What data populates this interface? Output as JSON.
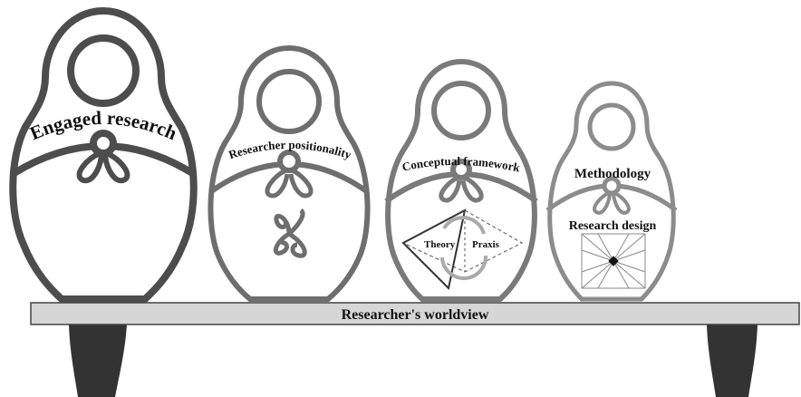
{
  "dolls": [
    {
      "label": "Engaged research",
      "outline_color": "#4d4d4d"
    },
    {
      "label": "Researcher positionality",
      "outline_color": "#6e6e6e"
    },
    {
      "label": "Conceptual framework",
      "outline_color": "#7a7a7a"
    },
    {
      "label": "Methodology",
      "sublabel": "Research design",
      "outline_color": "#8c8c8c"
    }
  ],
  "framework_diagram": {
    "left_label": "Theory",
    "right_label": "Praxis"
  },
  "shelf": {
    "label": "Researcher's worldview",
    "board_color": "#d6d6d6",
    "leg_color": "#333333"
  }
}
